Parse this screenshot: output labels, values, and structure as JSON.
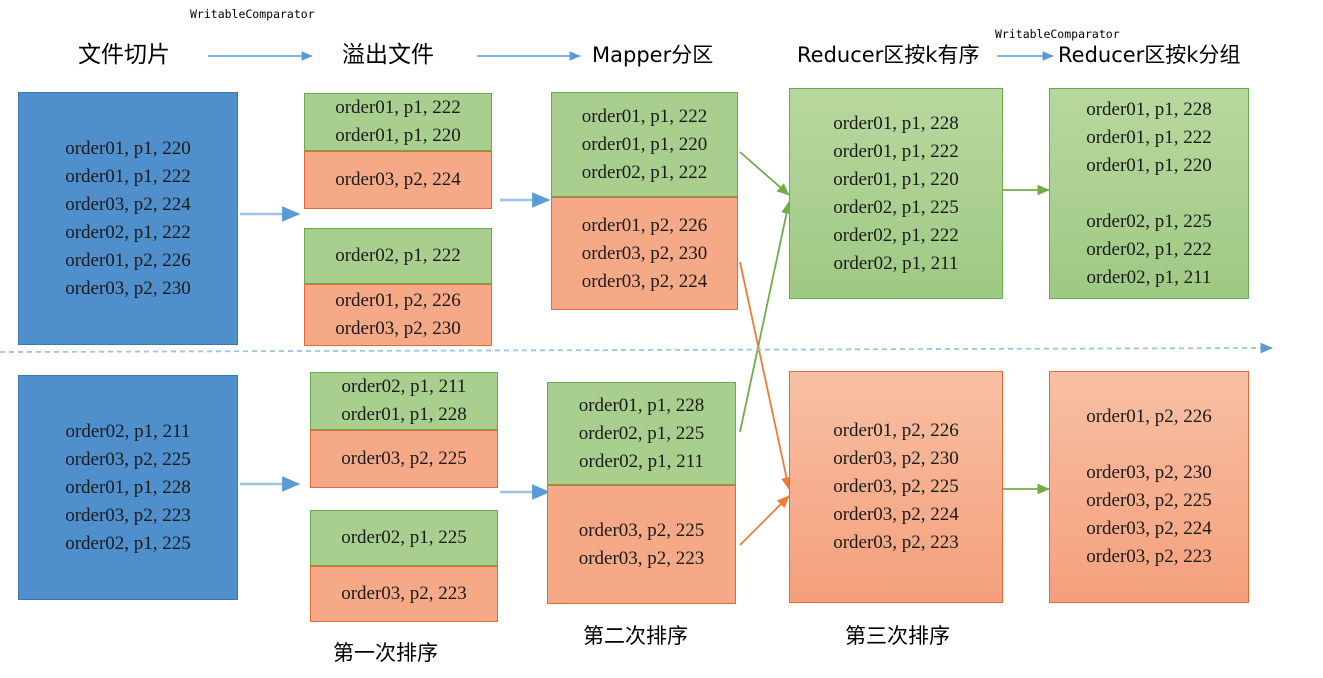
{
  "headers": [
    {
      "label": "文件切片"
    },
    {
      "label": "溢出文件"
    },
    {
      "label": "Mapper分区"
    },
    {
      "label": "Reducer区按k有序"
    },
    {
      "label": "Reducer区按k分组"
    }
  ],
  "annotations": {
    "comparator_left": "WritableComparator",
    "comparator_right": "WritableComparator"
  },
  "captions": [
    {
      "label": "第一次排序"
    },
    {
      "label": "第二次排序"
    },
    {
      "label": "第三次排序"
    }
  ],
  "colors": {
    "blue_fill": "#4E8FCC",
    "green_fill": "#A8CF8E",
    "orange_fill": "#F5A987",
    "green_border": "#6AA84F",
    "orange_border": "#E06C34",
    "blue_arrow": "#5B9BD5",
    "green_arrow": "#70AD47",
    "orange_arrow": "#ED7D31",
    "dashed_line": "#9DC3E6"
  },
  "stage1": {
    "top": {
      "rows": [
        "order01, p1, 220",
        "order01, p1, 222",
        "order03, p2, 224",
        "order02, p1, 222",
        "order01, p2, 226",
        "order03, p2, 230"
      ]
    },
    "bottom": {
      "rows": [
        "order02, p1, 211",
        "order03, p2, 225",
        "order01, p1, 228",
        "order03, p2, 223",
        "order02, p1, 225"
      ]
    }
  },
  "stage2": {
    "top_a_green": [
      "order01, p1, 222",
      "order01, p1, 220"
    ],
    "top_a_orange": [
      "order03, p2, 224"
    ],
    "top_b_green": [
      "order02, p1, 222"
    ],
    "top_b_orange": [
      "order01, p2, 226",
      "order03, p2, 230"
    ],
    "bottom_a_green": [
      "order02, p1, 211",
      "order01, p1, 228"
    ],
    "bottom_a_orange": [
      "order03, p2, 225"
    ],
    "bottom_b_green": [
      "order02, p1, 225"
    ],
    "bottom_b_orange": [
      "order03, p2, 223"
    ]
  },
  "stage3": {
    "top_green": [
      "order01, p1, 222",
      "order01, p1, 220",
      "order02, p1, 222"
    ],
    "top_orange": [
      "order01, p2, 226",
      "order03, p2, 230",
      "order03, p2, 224"
    ],
    "bottom_green": [
      "order01, p1, 228",
      "order02, p1, 225",
      "order02, p1, 211"
    ],
    "bottom_orange": [
      "order03, p2, 225",
      "order03, p2, 223"
    ]
  },
  "stage4": {
    "top": [
      "order01, p1, 228",
      "order01, p1, 222",
      "order01, p1, 220",
      "order02, p1, 225",
      "order02, p1, 222",
      "order02, p1, 211"
    ],
    "bottom": [
      "order01, p2, 226",
      "order03, p2, 230",
      "order03, p2, 225",
      "order03, p2, 224",
      "order03, p2, 223"
    ]
  },
  "stage5": {
    "top": [
      "order01, p1, 228",
      "order01, p1, 222",
      "order01, p1, 220",
      "",
      "order02, p1, 225",
      "order02, p1, 222",
      "order02, p1, 211"
    ],
    "bottom": [
      "order01, p2, 226",
      "",
      "order03, p2, 230",
      "order03, p2, 225",
      "order03, p2, 224",
      "order03, p2, 223"
    ]
  }
}
